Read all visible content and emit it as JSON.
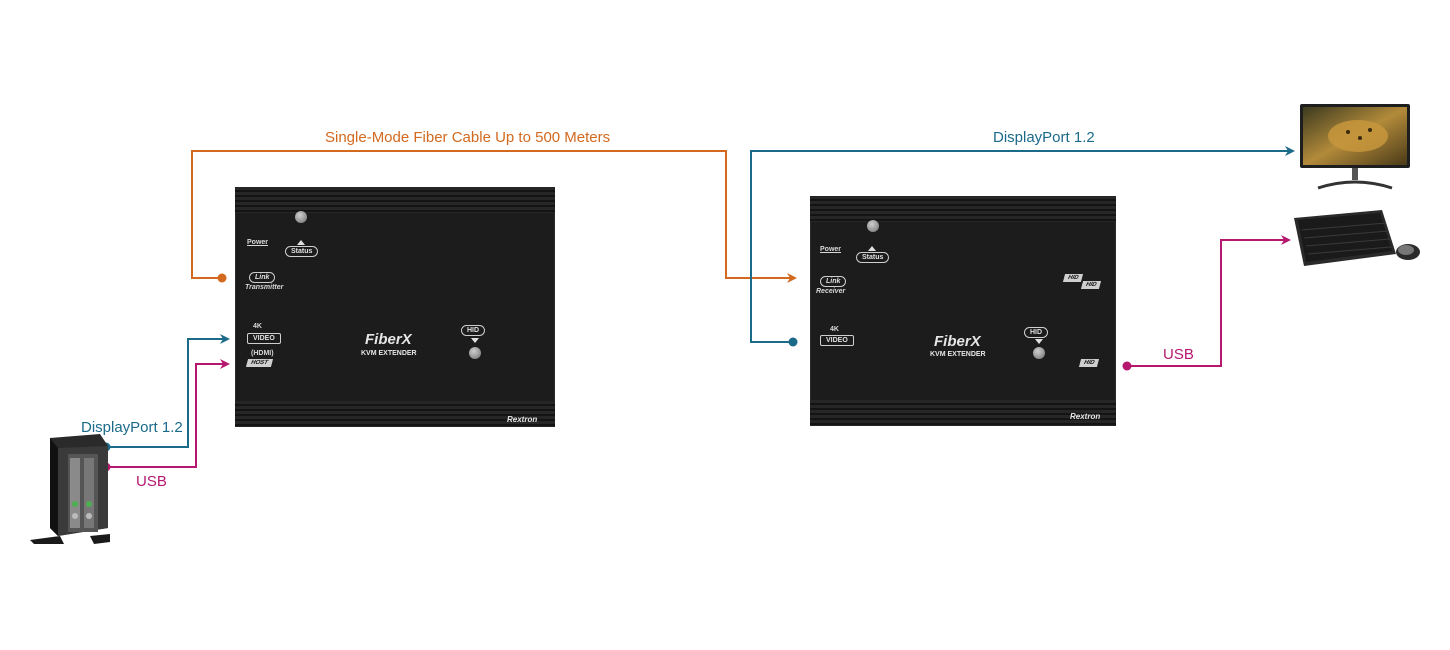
{
  "labels": {
    "fiber": "Single-Mode Fiber Cable Up to 500 Meters",
    "dp_left": "DisplayPort 1.2",
    "usb_left": "USB",
    "dp_right": "DisplayPort 1.2",
    "usb_right": "USB"
  },
  "transmitter": {
    "power": "Power",
    "status": "Status",
    "link": "Link",
    "mode": "Transmitter",
    "res": "4K",
    "video": "VIDEO",
    "hdmi": "(HDMI)",
    "host": "HOST",
    "hid": "HID",
    "brand": "FiberX",
    "product": "KVM EXTENDER",
    "logo": "Rextron"
  },
  "receiver": {
    "power": "Power",
    "status": "Status",
    "link": "Link",
    "mode": "Receiver",
    "res": "4K",
    "video": "VIDEO",
    "hid": "HID",
    "hid_tag": "HID",
    "brand": "FiberX",
    "product": "KVM EXTENDER",
    "logo": "Rextron"
  },
  "colors": {
    "fiber": "#d2691e",
    "displayport": "#1b6a8a",
    "usb": "#b5186e"
  }
}
